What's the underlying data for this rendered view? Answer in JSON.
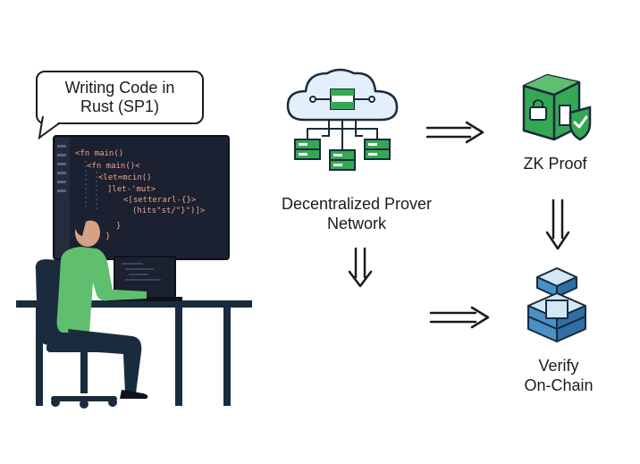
{
  "bubble": {
    "line1": "Writing Code in",
    "line2": "Rust (SP1)"
  },
  "code_lines": [
    "<fn main()",
    "<fn main()<",
    "<let=mcin()",
    "]let-'mut>",
    "<[setterarl-{}>",
    "(hits\"st/\"}\")]>",
    "}",
    "}"
  ],
  "network": {
    "line1": "Decentralized Prover",
    "line2": "Network"
  },
  "zk": {
    "label": "ZK Proof"
  },
  "verify": {
    "line1": "Verify",
    "line2": "On-Chain"
  },
  "colors": {
    "green": "#35a853",
    "green_dark": "#1f7a38",
    "navy": "#1a2b3d",
    "blue": "#4a90c8",
    "blue_light": "#d4e7f7",
    "cloud": "#e3effa",
    "screen": "#1b2130",
    "code": "#f2a28a",
    "shirt": "#5fbf6f"
  },
  "icons": [
    "cloud-server-icon",
    "cube-lock-shield-icon",
    "stacked-blocks-icon",
    "arrow-right-icon",
    "arrow-down-icon"
  ]
}
